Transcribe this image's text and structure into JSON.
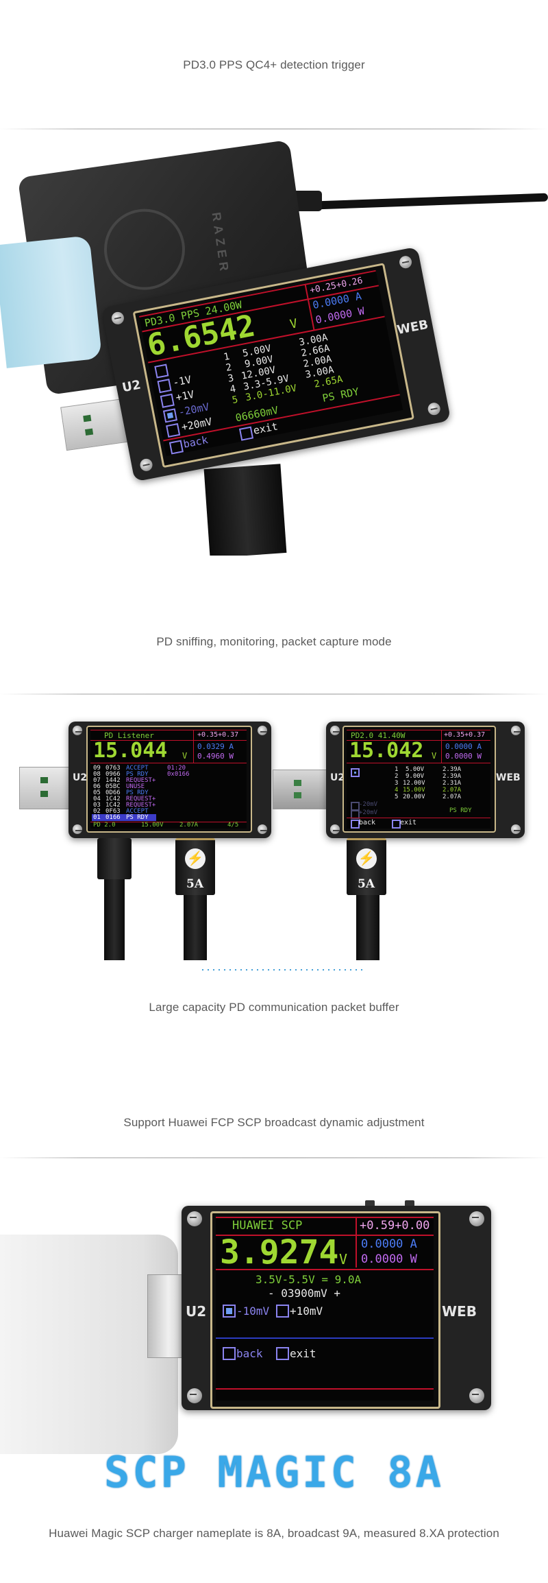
{
  "captions": {
    "c1": "PD3.0 PPS QC4+ detection trigger",
    "c2": "PD sniffing, monitoring, packet capture mode",
    "c3": "Large capacity PD communication packet buffer",
    "c4": "Support Huawei FCP SCP broadcast dynamic adjustment",
    "c5": "Huawei Magic SCP charger nameplate is 8A, broadcast 9A, measured 8.XA protection"
  },
  "photo1": {
    "charger_brand": "RAZER",
    "port_label": "U2",
    "side_label": "WEB",
    "screen": {
      "title": "PD3.0 PPS 24.00W",
      "top_right": "+0.25+0.26",
      "voltage": "6.6542",
      "unit": "V",
      "current": "0.0000 A",
      "power": "0.0000 W",
      "options": [
        "-1V",
        "+1V",
        "-20mV",
        "+20mV"
      ],
      "pdos": [
        {
          "n": "1",
          "v": "5.00V",
          "a": "3.00A"
        },
        {
          "n": "2",
          "v": "9.00V",
          "a": "2.66A"
        },
        {
          "n": "3",
          "v": "12.00V",
          "a": "2.00A"
        },
        {
          "n": "4",
          "v": "3.3-5.9V",
          "a": "3.00A"
        },
        {
          "n": "5",
          "v": "3.0-11.0V",
          "a": "2.65A"
        }
      ],
      "status": "PS RDY",
      "setpoint": "06660mV",
      "back": "back",
      "exit": "exit"
    }
  },
  "photo2": {
    "left": {
      "port_label": "U2",
      "title": "PD Listener",
      "top_right": "+0.35+0.37",
      "voltage": "15.044",
      "unit": "V",
      "current": "0.0329 A",
      "power": "0.4960 W",
      "packets": [
        {
          "id": "09",
          "code": "0763",
          "msg": "ACCEPT"
        },
        {
          "id": "08",
          "code": "0966",
          "msg": "PS RDY"
        },
        {
          "id": "07",
          "code": "1442",
          "msg": "REQUEST+"
        },
        {
          "id": "06",
          "code": "05BC",
          "msg": "UNUSE"
        },
        {
          "id": "05",
          "code": "0D66",
          "msg": "PS RDY"
        },
        {
          "id": "04",
          "code": "1C42",
          "msg": "REQUEST+"
        },
        {
          "id": "03",
          "code": "1C42",
          "msg": "REQUEST+"
        },
        {
          "id": "02",
          "code": "0F63",
          "msg": "ACCEPT"
        },
        {
          "id": "01",
          "code": "0166",
          "msg": "PS RDY"
        }
      ],
      "detail1": "01:20",
      "detail2": "0x0166",
      "footer_pd": "PD 2.0",
      "footer_v": "15.00V",
      "footer_a": "2.07A",
      "footer_page": "4/5"
    },
    "right": {
      "port_label": "U2",
      "side_label": "WEB",
      "title": "PD2.0 41.40W",
      "top_right": "+0.35+0.37",
      "voltage": "15.042",
      "unit": "V",
      "current": "0.0000 A",
      "power": "0.0000 W",
      "pdos": [
        {
          "n": "1",
          "v": "5.00V",
          "a": "2.39A"
        },
        {
          "n": "2",
          "v": "9.00V",
          "a": "2.39A"
        },
        {
          "n": "3",
          "v": "12.00V",
          "a": "2.31A"
        },
        {
          "n": "4",
          "v": "15.00V",
          "a": "2.07A"
        },
        {
          "n": "5",
          "v": "20.00V",
          "a": "2.07A"
        }
      ],
      "options": [
        "-20mV",
        "+20mV"
      ],
      "status": "PS RDY",
      "back": "back",
      "exit": "exit"
    },
    "cable_rating": "5A"
  },
  "photo3": {
    "port_label": "U2",
    "side_label": "WEB",
    "screen": {
      "title": "HUAWEI SCP",
      "top_right": "+0.59+0.00",
      "voltage": "3.9274",
      "unit": "V",
      "current": "0.0000 A",
      "power": "0.0000 W",
      "range": "3.5V-5.5V = 9.0A",
      "setpoint": "- 03900mV +",
      "options": [
        "-10mV",
        "+10mV"
      ],
      "back": "back",
      "exit": "exit"
    },
    "banner": "SCP MAGIC 8A"
  },
  "colors": {
    "voltage_green": "#9fd832",
    "title_green": "#7fcf3a",
    "value_blue": "#4c7cf6",
    "label_purple": "#8b84f0",
    "red_frame": "#c0102a",
    "banner_blue": "#3aa8e8"
  }
}
